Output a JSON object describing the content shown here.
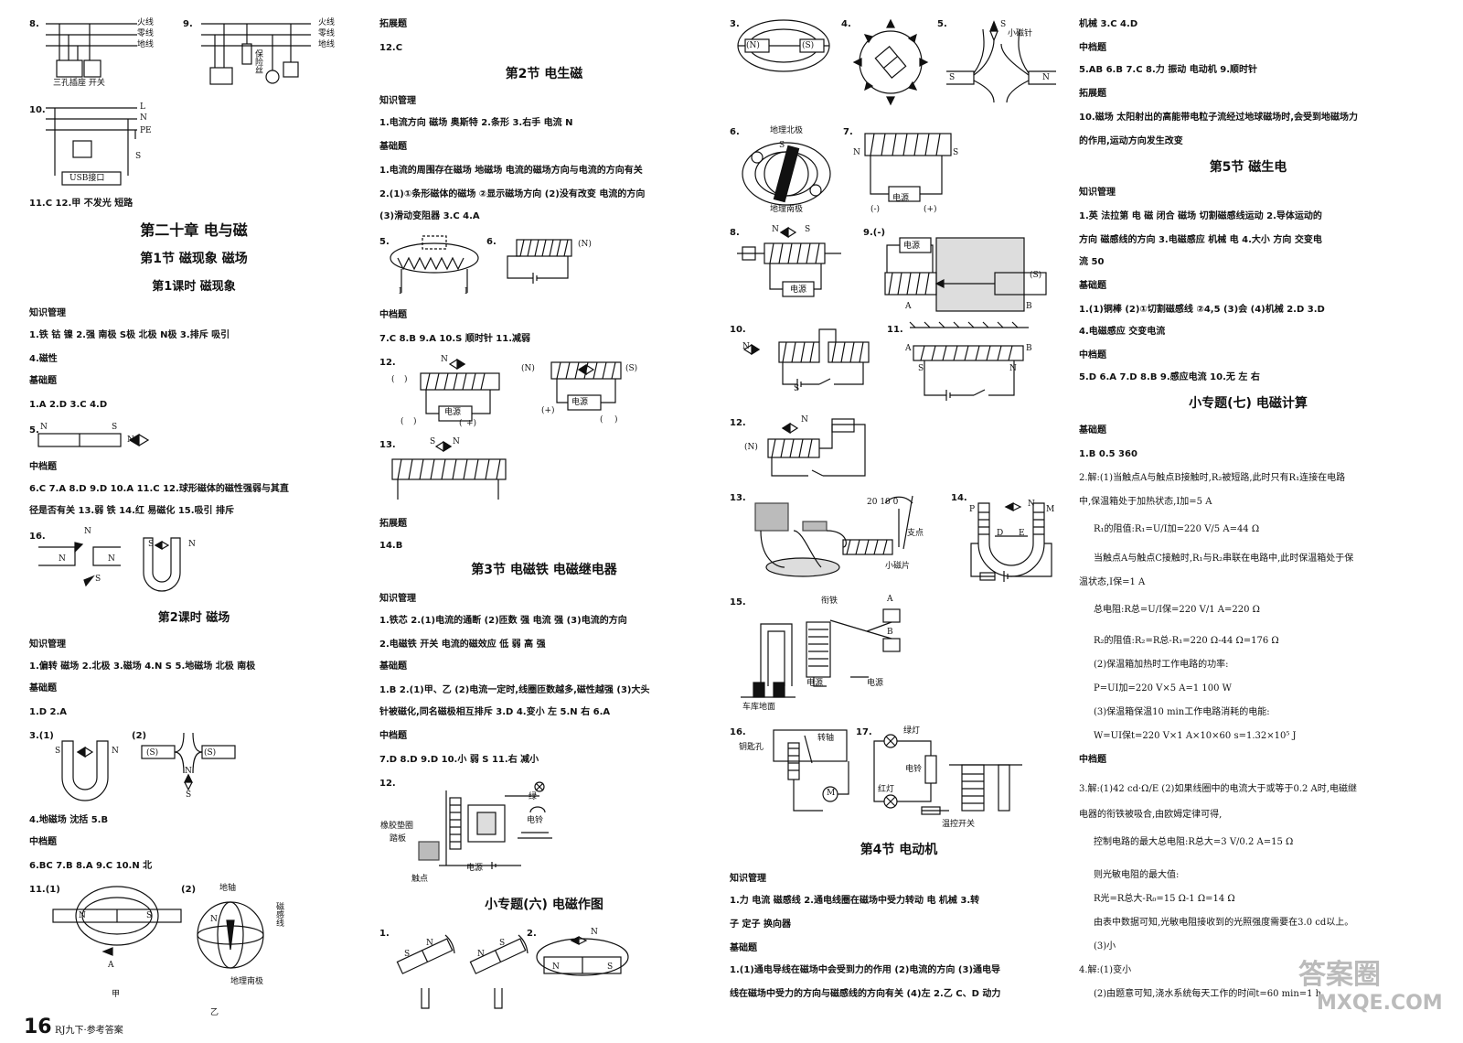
{
  "col1": {
    "q8_labels": [
      "8.",
      "火线",
      "零线",
      "地线",
      "三孔插座 开关"
    ],
    "q9_labels": [
      "9.",
      "火线",
      "零线",
      "地线",
      "保险丝"
    ],
    "q10_labels": [
      "10.",
      "L",
      "N",
      "PE",
      "S",
      "USB接口"
    ],
    "line_11_12": "11.C  12.甲  不发光  短路",
    "chapter_title": "第二十章  电与磁",
    "section1_title": "第1节  磁现象  磁场",
    "lesson1_title": "第1课时  磁现象",
    "zsgl1": "知识管理",
    "zsgl1_a": "1.铁  钴  镍  2.强  南极  S极  北极  N极  3.排斥  吸引",
    "zsgl1_b": "4.磁性",
    "jct1": "基础题",
    "jct1_a": "1.A  2.D  3.C  4.D",
    "q5": [
      "5.",
      "N",
      "S",
      "N"
    ],
    "zdt1": "中档题",
    "zdt1_a": "6.C  7.A  8.D  9.D  10.A  11.C  12.球形磁体的磁性强弱与其直",
    "zdt1_b": "径是否有关  13.弱  铁  14.红  易磁化  15.吸引  排斥",
    "q16": [
      "16.",
      "N",
      "N",
      "N",
      "S",
      "S",
      "N"
    ],
    "lesson2_title": "第2课时  磁场",
    "zsgl2": "知识管理",
    "zsgl2_a": "1.偏转  磁场  2.北极  3.磁场  4.N  S  5.地磁场  北极  南极",
    "jct2": "基础题",
    "jct2_a": "1.D  2.A",
    "q3_labels": [
      "3.(1)",
      "(2)",
      "S",
      "N",
      "(S)",
      "(S)",
      "N",
      "S"
    ],
    "q4": "4.地磁场  沈括  5.B",
    "zdt2": "中档题",
    "zdt2_a": "6.BC  7.B  8.A  9.C  10.N  北",
    "q11_labels": [
      "11.(1)",
      "(2)",
      "N",
      "S",
      "A",
      "甲",
      "地轴",
      "磁感线",
      "N",
      "地理南极",
      "乙"
    ],
    "page_number": "16",
    "footer": "RJ九下·参考答案"
  },
  "col2": {
    "tzt1": "拓展题",
    "tzt1_a": "12.C",
    "section2_title": "第2节  电生磁",
    "zsgl": "知识管理",
    "zsgl_a": "1.电流方向  磁场  奥斯特  2.条形  3.右手  电流  N",
    "jct": "基础题",
    "jct_a": "1.电流的周围存在磁场  地磁场  电流的磁场方向与电流的方向有关",
    "jct_b": "2.(1)①条形磁体的磁场  ②显示磁场方向  (2)没有改变  电流的方向",
    "jct_c": "(3)滑动变阻器  3.C  4.A",
    "q5_labels": [
      "5.",
      "I",
      "I",
      "6.",
      "(N)"
    ],
    "zdt": "中档题",
    "zdt_a": "7.C  8.B  9.A  10.S  顺时针  11.减弱",
    "q12_labels": [
      "12.",
      "N",
      "(",
      ")",
      "(",
      ")",
      "电源",
      "(",
      "+)",
      "(N)",
      "(S)",
      "电源",
      "(+)",
      "(",
      ")"
    ],
    "q13_labels": [
      "13.",
      "S",
      "N"
    ],
    "tzt2": "拓展题",
    "tzt2_a": "14.B",
    "section3_title": "第3节  电磁铁  电磁继电器",
    "zsgl3": "知识管理",
    "zsgl3_a": "1.铁芯  2.(1)电流的通断  (2)匝数  强  电流  强  (3)电流的方向",
    "zsgl3_b": "2.电磁铁  开关  电流的磁效应  低  弱  高  强",
    "jct3": "基础题",
    "jct3_a": "1.B  2.(1)甲、乙  (2)电流一定时,线圈匝数越多,磁性越强  (3)大头",
    "jct3_b": "针被磁化,同名磁极相互排斥  3.D  4.变小  左  5.N  右  6.A",
    "zdt3": "中档题",
    "zdt3_a": "7.D  8.D  9.D  10.小  弱  S  11.右  减小",
    "q12b_labels": [
      "12.",
      "橡胶垫圈",
      "踏板",
      "触点",
      "电源",
      "绿",
      "电铃"
    ],
    "topic6_title": "小专题(六)  电磁作图",
    "q1_labels": [
      "1.",
      "S",
      "N",
      "N",
      "S",
      "2.",
      "N",
      "N",
      "S"
    ]
  },
  "col3": {
    "q3_labels": [
      "3.",
      "(N)",
      "(S)",
      "4.",
      "5.",
      "S",
      "小磁针",
      "S",
      "N"
    ],
    "q6_labels": [
      "6.",
      "地理北极",
      "地理南极",
      "S",
      "N",
      "7.",
      "N",
      "S",
      "电源",
      "(-)",
      "(+)"
    ],
    "q8_labels": [
      "8.",
      "N",
      "S",
      "电源",
      "9.(-)",
      "电源",
      "(S)",
      "A",
      "B"
    ],
    "q10_labels": [
      "10.",
      "N",
      "S",
      "11.",
      "A",
      "B",
      "S",
      "N"
    ],
    "q12_labels": [
      "12.",
      "N",
      "(N)"
    ],
    "q13_labels": [
      "13.",
      "支点",
      "小磁片",
      "14.",
      "P",
      "M",
      "D",
      "E",
      "N"
    ],
    "q15_labels": [
      "15.",
      "衔铁",
      "A",
      "B",
      "电源",
      "电源",
      "车库地面"
    ],
    "q16_labels": [
      "16.",
      "钥匙孔",
      "转轴",
      "M",
      "17.",
      "绿灯",
      "电铃",
      "红灯",
      "温控开关"
    ],
    "section4_title": "第4节  电动机",
    "zsgl": "知识管理",
    "zsgl_a": "1.力  电流  磁感线  2.通电线圈在磁场中受力转动  电  机械  3.转",
    "zsgl_b": "子  定子  换向器",
    "jct": "基础题",
    "jct_a": "1.(1)通电导线在磁场中会受到力的作用  (2)电流的方向  (3)通电导",
    "jct_b": "线在磁场中受力的方向与磁感线的方向有关  (4)左  2.乙  C、D  动力"
  },
  "col4": {
    "line1": "机械  3.C  4.D",
    "zdt": "中档题",
    "zdt_a": "5.AB  6.B  7.C  8.力  振动  电动机  9.顺时针",
    "tzt": "拓展题",
    "tzt_a": "10.磁场  太阳射出的高能带电粒子流经过地球磁场时,会受到地磁场力",
    "tzt_b": "的作用,运动方向发生改变",
    "section5_title": "第5节  磁生电",
    "zsgl": "知识管理",
    "zsgl_a": "1.英  法拉第  电  磁  闭合  磁场  切割磁感线运动  2.导体运动的",
    "zsgl_b": "方向  磁感线的方向  3.电磁感应  机械  电  4.大小  方向  交变电",
    "zsgl_c": "流  50",
    "jct": "基础题",
    "jct_a": "1.(1)铜棒  (2)①切割磁感线  ②4,5  (3)会  (4)机械  2.D  3.D",
    "jct_b": "4.电磁感应  交变电流",
    "zdt2": "中档题",
    "zdt2_a": "5.D  6.A  7.D  8.B  9.感应电流  10.无  左  右",
    "topic7_title": "小专题(七)  电磁计算",
    "jct2": "基础题",
    "jct2_a": "1.B  0.5  360",
    "s2_a": "2.解:(1)当触点A与触点B接触时,R₂被短路,此时只有R₁连接在电路",
    "s2_b": "中,保温箱处于加热状态,I加=5 A",
    "s2_c": "R₁的阻值:R₁=U/I加=220 V/5 A=44 Ω",
    "s2_d": "当触点A与触点C接触时,R₁与R₂串联在电路中,此时保温箱处于保",
    "s2_e": "温状态,I保=1 A",
    "s2_f": "总电阻:R总=U/I保=220 V/1 A=220 Ω",
    "s2_g": "R₂的阻值:R₂=R总-R₁=220 Ω-44 Ω=176 Ω",
    "s2_h": "(2)保温箱加热时工作电路的功率:",
    "s2_i": "P=UI加=220 V×5 A=1 100 W",
    "s2_j": "(3)保温箱保温10 min工作电路消耗的电能:",
    "s2_k": "W=UI保t=220 V×1 A×10×60 s=1.32×10⁵ J",
    "zdt3": "中档题",
    "s3_a": "3.解:(1)42 cd·Ω/E  (2)如果线圈中的电流大于或等于0.2 A时,电磁继",
    "s3_b": "电器的衔铁被吸合,由欧姆定律可得,",
    "s3_c": "控制电路的最大总电阻:R总大=3 V/0.2 A=15 Ω",
    "s3_d": "则光敏电阻的最大值:",
    "s3_e": "R光=R总大-R₀=15 Ω-1 Ω=14 Ω",
    "s3_f": "由表中数据可知,光敏电阻接收到的光照强度需要在3.0 cd以上。",
    "s3_g": "(3)小",
    "s4_a": "4.解:(1)变小",
    "s4_b": "(2)由题意可知,浇水系统每天工作的时间t=60 min=1 h,",
    "watermark1": "答案圈",
    "watermark2": "MXQE.COM"
  }
}
